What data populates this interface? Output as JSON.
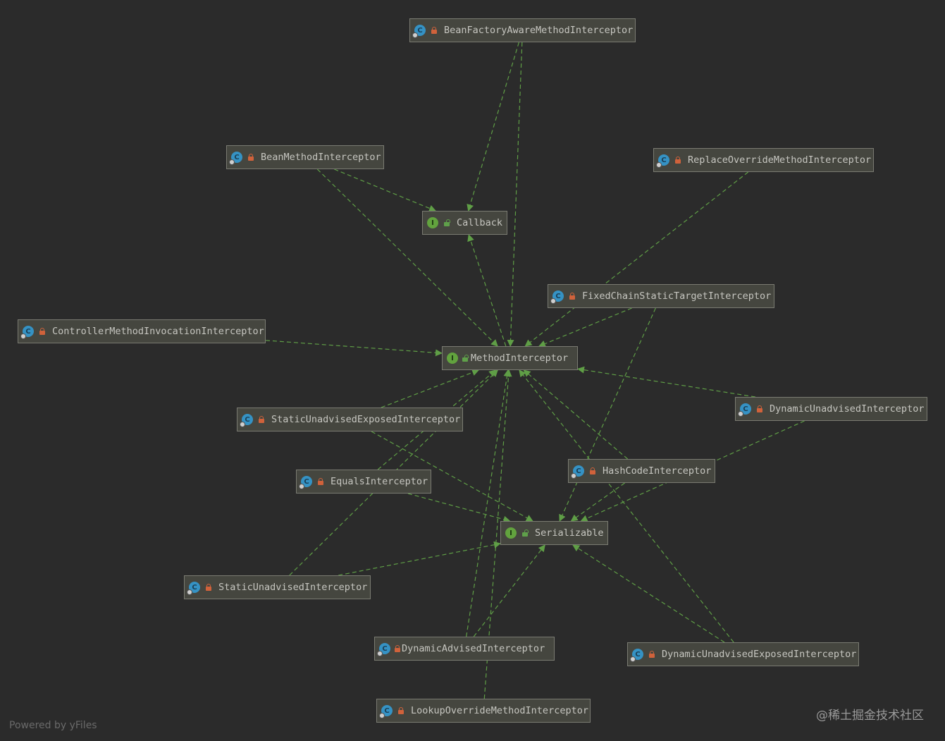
{
  "colors": {
    "edge": "#5f9e46",
    "background": "#2b2b2b",
    "node_fill": "#45463f",
    "node_border": "#7a7b72",
    "text": "#c6c6c0"
  },
  "nodes": [
    {
      "id": "beanfactory",
      "label": "BeanFactoryAwareMethodInterceptor",
      "kind": "class",
      "icon": "class-icon"
    },
    {
      "id": "beanmethod",
      "label": "BeanMethodInterceptor",
      "kind": "class",
      "icon": "class-icon"
    },
    {
      "id": "replaceoverride",
      "label": "ReplaceOverrideMethodInterceptor",
      "kind": "class",
      "icon": "class-icon"
    },
    {
      "id": "callback",
      "label": "Callback",
      "kind": "interface",
      "icon": "interface-icon"
    },
    {
      "id": "fixedchain",
      "label": "FixedChainStaticTargetInterceptor",
      "kind": "class",
      "icon": "class-icon"
    },
    {
      "id": "controllermethod",
      "label": "ControllerMethodInvocationInterceptor",
      "kind": "class",
      "icon": "class-icon"
    },
    {
      "id": "methodinterceptor",
      "label": "MethodInterceptor",
      "kind": "interface",
      "icon": "interface-icon"
    },
    {
      "id": "dynamicunadvised",
      "label": "DynamicUnadvisedInterceptor",
      "kind": "class",
      "icon": "class-icon"
    },
    {
      "id": "staticunadvisedexposed",
      "label": "StaticUnadvisedExposedInterceptor",
      "kind": "class",
      "icon": "class-icon"
    },
    {
      "id": "hashcode",
      "label": "HashCodeInterceptor",
      "kind": "class",
      "icon": "class-icon"
    },
    {
      "id": "equals",
      "label": "EqualsInterceptor",
      "kind": "class",
      "icon": "class-icon"
    },
    {
      "id": "serializable",
      "label": "Serializable",
      "kind": "interface",
      "icon": "interface-icon"
    },
    {
      "id": "staticunadvised",
      "label": "StaticUnadvisedInterceptor",
      "kind": "class",
      "icon": "class-icon"
    },
    {
      "id": "dynamicadvised",
      "label": "DynamicAdvisedInterceptor",
      "kind": "class",
      "icon": "class-icon"
    },
    {
      "id": "dynamicunadvisedexposed",
      "label": "DynamicUnadvisedExposedInterceptor",
      "kind": "class",
      "icon": "class-icon"
    },
    {
      "id": "lookupoverride",
      "label": "LookupOverrideMethodInterceptor",
      "kind": "class",
      "icon": "class-icon"
    }
  ],
  "edges": [
    {
      "from": "beanfactory",
      "to": "callback"
    },
    {
      "from": "beanfactory",
      "to": "methodinterceptor"
    },
    {
      "from": "beanmethod",
      "to": "callback"
    },
    {
      "from": "beanmethod",
      "to": "methodinterceptor"
    },
    {
      "from": "methodinterceptor",
      "to": "callback"
    },
    {
      "from": "replaceoverride",
      "to": "methodinterceptor"
    },
    {
      "from": "fixedchain",
      "to": "methodinterceptor"
    },
    {
      "from": "fixedchain",
      "to": "serializable"
    },
    {
      "from": "controllermethod",
      "to": "methodinterceptor"
    },
    {
      "from": "dynamicunadvised",
      "to": "methodinterceptor"
    },
    {
      "from": "dynamicunadvised",
      "to": "serializable"
    },
    {
      "from": "staticunadvisedexposed",
      "to": "methodinterceptor"
    },
    {
      "from": "staticunadvisedexposed",
      "to": "serializable"
    },
    {
      "from": "hashcode",
      "to": "methodinterceptor"
    },
    {
      "from": "hashcode",
      "to": "serializable"
    },
    {
      "from": "equals",
      "to": "methodinterceptor"
    },
    {
      "from": "equals",
      "to": "serializable"
    },
    {
      "from": "staticunadvised",
      "to": "methodinterceptor"
    },
    {
      "from": "staticunadvised",
      "to": "serializable"
    },
    {
      "from": "dynamicadvised",
      "to": "methodinterceptor"
    },
    {
      "from": "dynamicadvised",
      "to": "serializable"
    },
    {
      "from": "dynamicunadvisedexposed",
      "to": "methodinterceptor"
    },
    {
      "from": "dynamicunadvisedexposed",
      "to": "serializable"
    },
    {
      "from": "lookupoverride",
      "to": "methodinterceptor"
    }
  ],
  "footer": {
    "powered_by": "Powered by yFiles",
    "watermark": "@稀土掘金技术社区"
  }
}
